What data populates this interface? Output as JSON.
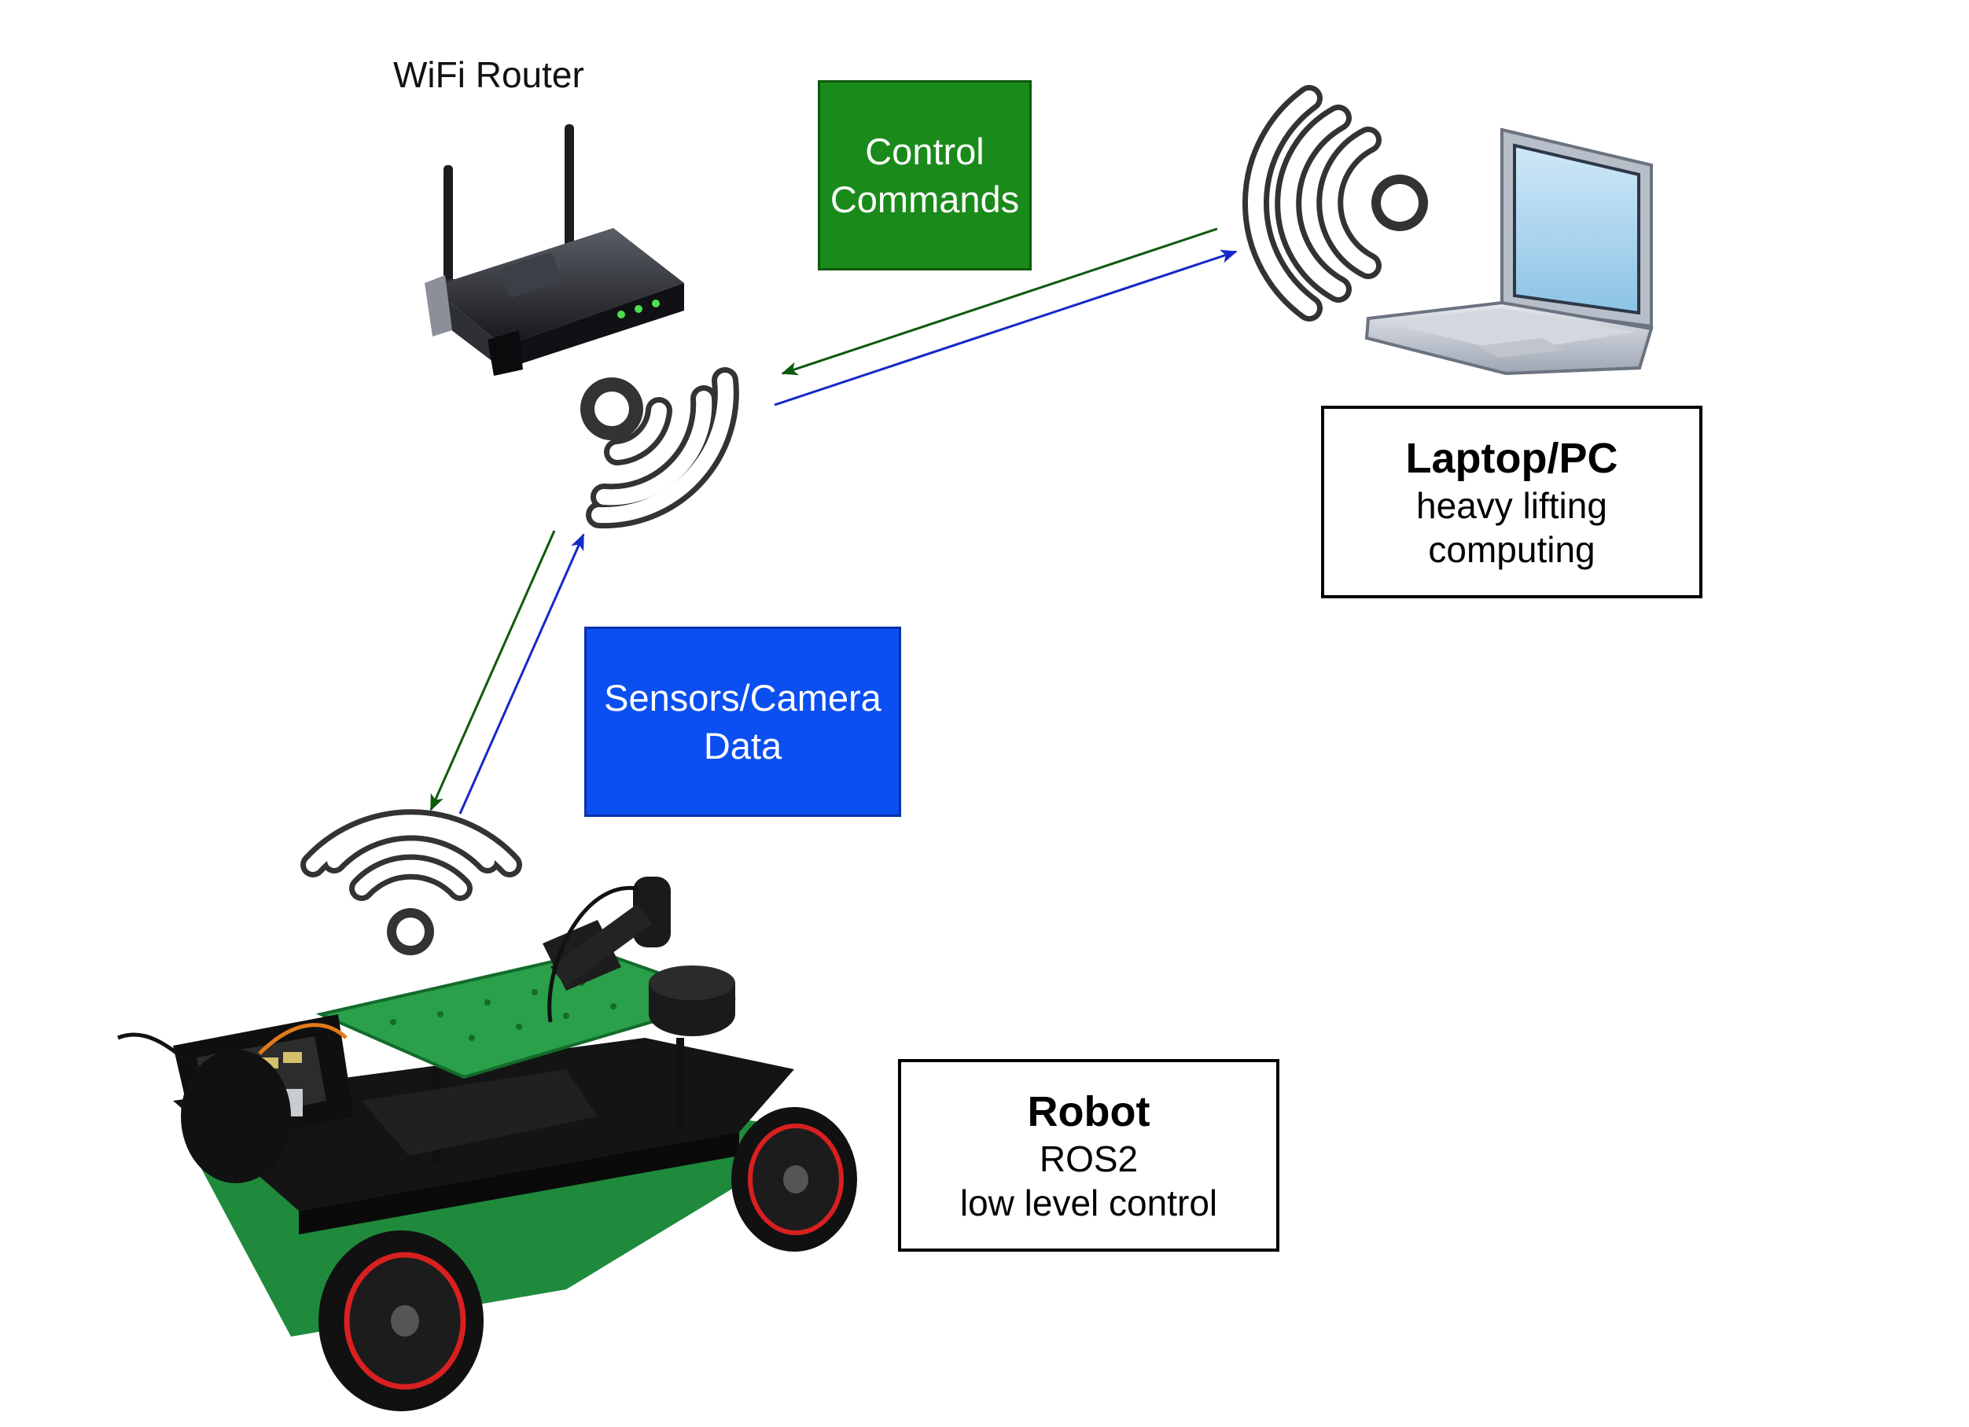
{
  "router": {
    "label": "WiFi Router"
  },
  "control_box": {
    "line1": "Control",
    "line2": "Commands",
    "fill": "#1a8a1a"
  },
  "sensor_box": {
    "line1": "Sensors/Camera",
    "line2": "Data",
    "fill": "#0b4ff0"
  },
  "laptop_box": {
    "title": "Laptop/PC",
    "line1": "heavy lifting",
    "line2": "computing"
  },
  "robot_box": {
    "title": "Robot",
    "line1": "ROS2",
    "line2": "low level control"
  },
  "colors": {
    "control_arrow": "#0d5a0d",
    "data_arrow": "#1528c8",
    "wifi_stroke": "#333333"
  },
  "icons": [
    "wifi-router-image",
    "laptop-image",
    "robot-car-image",
    "wifi-icon"
  ]
}
